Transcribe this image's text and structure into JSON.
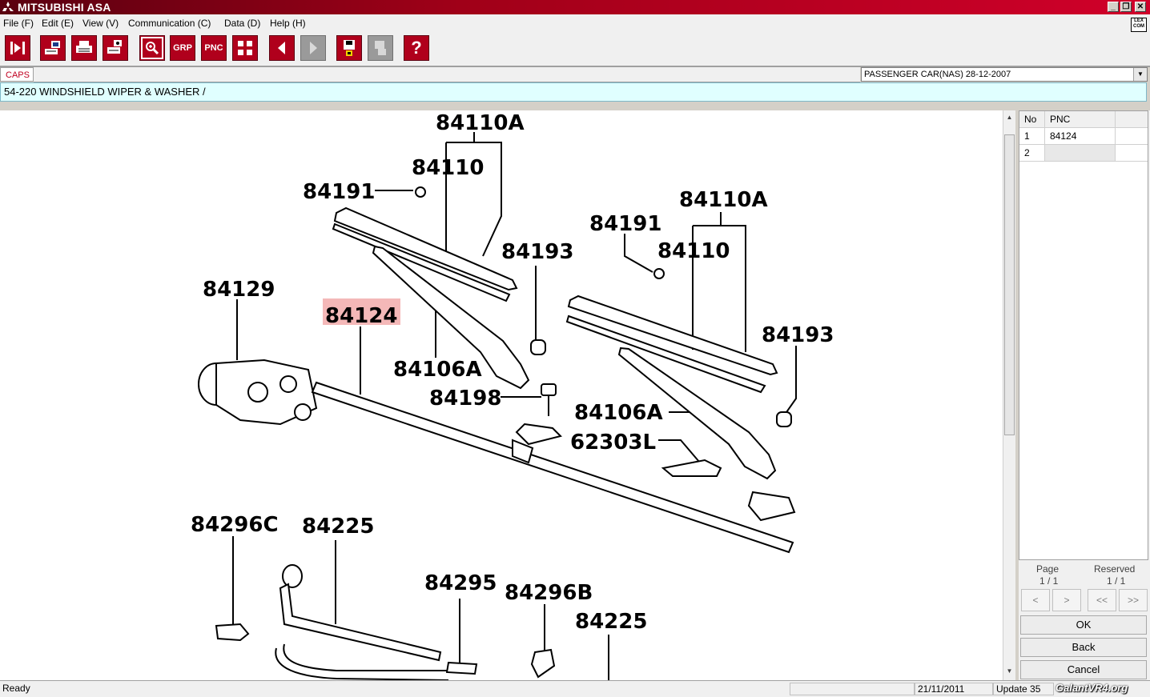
{
  "window": {
    "title": "MITSUBISHI ASA",
    "min": "_",
    "restore": "❐",
    "close": "✕"
  },
  "menu": [
    "File (F)",
    "Edit (E)",
    "View (V)",
    "Communication (C)",
    "Data (D)",
    "Help (H)"
  ],
  "lexcom": "LEX COM",
  "toolbar": {
    "grp": "GRP",
    "pnc": "PNC",
    "help": "?",
    "icons": [
      "exit-icon",
      "print-preview-icon",
      "print-icon",
      "print-setup-icon",
      "zoom-search-icon",
      "grid-view-icon",
      "back-arrow-icon",
      "forward-arrow-icon",
      "save-icon",
      "send-icon"
    ]
  },
  "caps": "CAPS",
  "catalog_select": "PASSENGER CAR(NAS)   28-12-2007",
  "path": "54-220   WINDSHIELD WIPER & WASHER /",
  "diagram": {
    "labels": {
      "l84110A_1": "84110A",
      "l84110_1": "84110",
      "l84191_1": "84191",
      "l84110A_2": "84110A",
      "l84191_2": "84191",
      "l84110_2": "84110",
      "l84193_1": "84193",
      "l84129": "84129",
      "l84124": "84124",
      "l84106A_1": "84106A",
      "l84193_2": "84193",
      "l84198": "84198",
      "l84106A_2": "84106A",
      "l62303L": "62303L",
      "l84296C": "84296C",
      "l84225_1": "84225",
      "l84295": "84295",
      "l84296B": "84296B",
      "l84225_2": "84225"
    },
    "highlight_color": "#f4b8b8"
  },
  "parts_table": {
    "headers": [
      "No",
      "PNC"
    ],
    "rows": [
      {
        "no": "1",
        "pnc": "84124"
      },
      {
        "no": "2",
        "pnc": ""
      }
    ]
  },
  "pager": {
    "page_label": "Page",
    "page_value": "1 / 1",
    "reserved_label": "Reserved",
    "reserved_value": "1 / 1",
    "prev": "<",
    "next": ">",
    "first": "<<",
    "last": ">>"
  },
  "buttons": {
    "ok": "OK",
    "back": "Back",
    "cancel": "Cancel"
  },
  "status": {
    "ready": "Ready",
    "date": "21/11/2011",
    "update": "Update 35"
  },
  "watermark": "GalantVR4.org"
}
